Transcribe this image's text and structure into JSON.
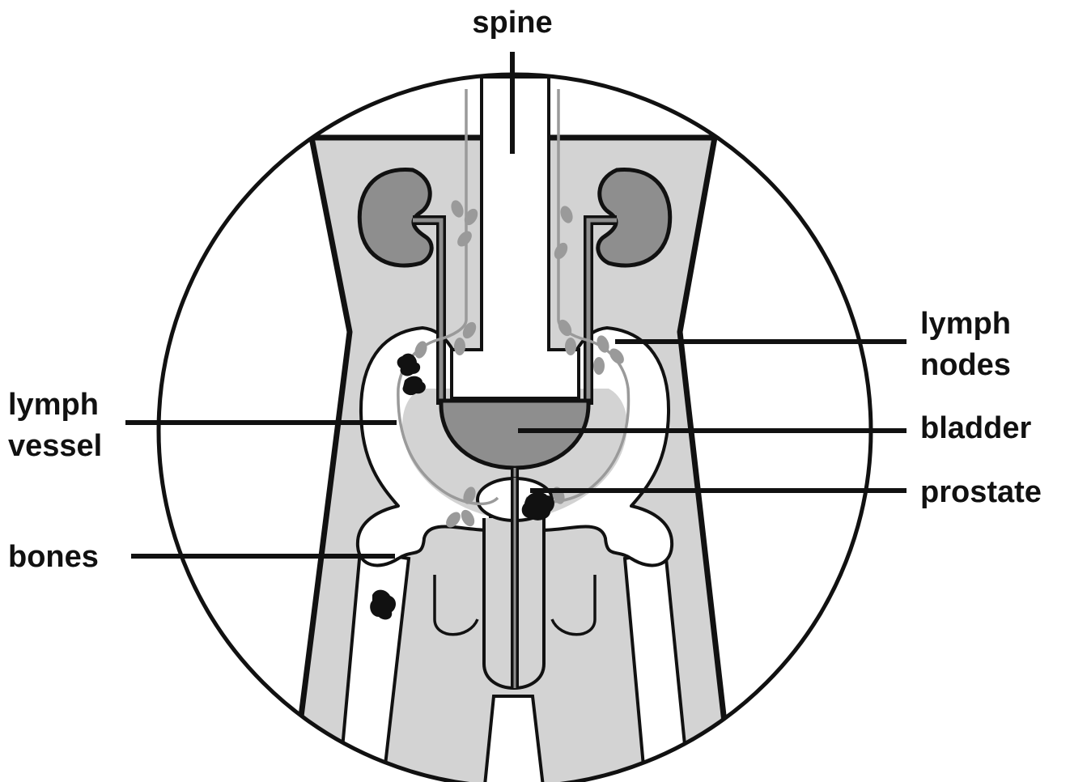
{
  "labels": {
    "spine": "spine",
    "lymph_nodes_1": "lymph",
    "lymph_nodes_2": "nodes",
    "bladder": "bladder",
    "prostate": "prostate",
    "lymph_vessel_1": "lymph",
    "lymph_vessel_2": "vessel",
    "bones": "bones"
  },
  "colors": {
    "body_fill": "#d3d3d3",
    "organ_fill": "#8e8e8e",
    "lymph_gray": "#9a9a9a",
    "outline": "#111111",
    "bone_fill": "#ffffff",
    "tumor_fill": "#111111"
  }
}
